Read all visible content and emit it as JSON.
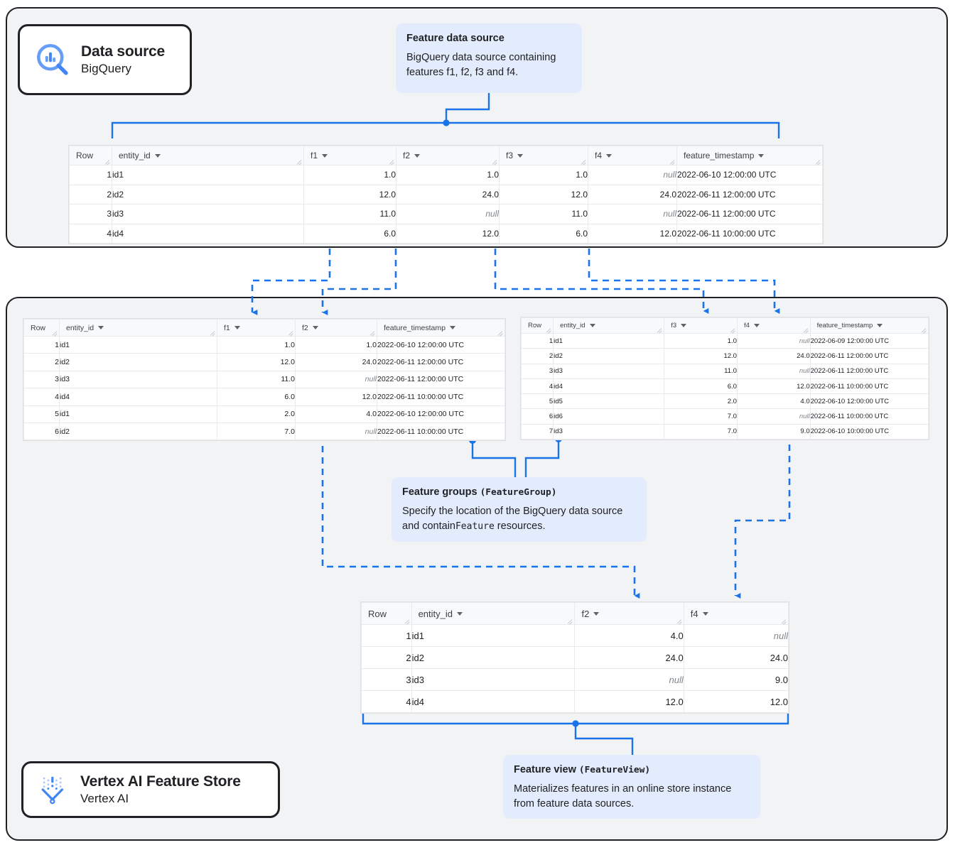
{
  "diagram": {
    "title": "Vertex AI Feature Store data flow",
    "accent_color": "#1a73e8",
    "panel_bg": "#f1f3f4",
    "callout_bg": "#e3ecfd"
  },
  "cards": {
    "data_source": {
      "title": "Data source",
      "subtitle": "BigQuery",
      "icon": "bigquery-icon"
    },
    "feature_store": {
      "title": "Vertex AI Feature Store",
      "subtitle": "Vertex AI",
      "icon": "vertex-ai-feature-store-icon"
    }
  },
  "callouts": {
    "feature_data_source": {
      "title": "Feature data source",
      "body": "BigQuery data source containing features f1, f2, f3 and f4."
    },
    "feature_groups": {
      "title_text": "Feature groups",
      "title_code": "(FeatureGroup)",
      "body_part1": "Specify the location of the BigQuery data source and contain",
      "body_code": "Feature",
      "body_part2": " resources."
    },
    "feature_view": {
      "title_text": "Feature view",
      "title_code": "(FeatureView)",
      "body": "Materializes features in an online store instance from feature data sources."
    }
  },
  "tables": {
    "source": {
      "name": "feature-data-source-table",
      "columns": [
        "Row",
        "entity_id",
        "f1",
        "f2",
        "f3",
        "f4",
        "feature_timestamp"
      ],
      "rows": [
        [
          "1",
          "id1",
          "1.0",
          "1.0",
          "1.0",
          "null",
          "2022-06-10 12:00:00 UTC"
        ],
        [
          "2",
          "id2",
          "12.0",
          "24.0",
          "12.0",
          "24.0",
          "2022-06-11 12:00:00 UTC"
        ],
        [
          "3",
          "id3",
          "11.0",
          "null",
          "11.0",
          "null",
          "2022-06-11 12:00:00 UTC"
        ],
        [
          "4",
          "id4",
          "6.0",
          "12.0",
          "6.0",
          "12.0",
          "2022-06-11 10:00:00 UTC"
        ]
      ]
    },
    "feature_group_1": {
      "name": "feature-group-1-table",
      "columns": [
        "Row",
        "entity_id",
        "f1",
        "f2",
        "feature_timestamp"
      ],
      "rows": [
        [
          "1",
          "id1",
          "1.0",
          "1.0",
          "2022-06-10 12:00:00 UTC"
        ],
        [
          "2",
          "id2",
          "12.0",
          "24.0",
          "2022-06-11 12:00:00 UTC"
        ],
        [
          "3",
          "id3",
          "11.0",
          "null",
          "2022-06-11 12:00:00 UTC"
        ],
        [
          "4",
          "id4",
          "6.0",
          "12.0",
          "2022-06-11 10:00:00 UTC"
        ],
        [
          "5",
          "id1",
          "2.0",
          "4.0",
          "2022-06-10 12:00:00 UTC"
        ],
        [
          "6",
          "id2",
          "7.0",
          "null",
          "2022-06-11 10:00:00 UTC"
        ]
      ]
    },
    "feature_group_2": {
      "name": "feature-group-2-table",
      "columns": [
        "Row",
        "entity_id",
        "f3",
        "f4",
        "feature_timestamp"
      ],
      "rows": [
        [
          "1",
          "id1",
          "1.0",
          "null",
          "2022-06-09 12:00:00 UTC"
        ],
        [
          "2",
          "id2",
          "12.0",
          "24.0",
          "2022-06-11 12:00:00 UTC"
        ],
        [
          "3",
          "id3",
          "11.0",
          "null",
          "2022-06-11 12:00:00 UTC"
        ],
        [
          "4",
          "id4",
          "6.0",
          "12.0",
          "2022-06-11 10:00:00 UTC"
        ],
        [
          "5",
          "id5",
          "2.0",
          "4.0",
          "2022-06-10 12:00:00 UTC"
        ],
        [
          "6",
          "id6",
          "7.0",
          "null",
          "2022-06-11 10:00:00 UTC"
        ],
        [
          "7",
          "id3",
          "7.0",
          "9.0",
          "2022-06-10 10:00:00 UTC"
        ]
      ]
    },
    "feature_view": {
      "name": "feature-view-table",
      "columns": [
        "Row",
        "entity_id",
        "f2",
        "f4"
      ],
      "rows": [
        [
          "1",
          "id1",
          "4.0",
          "null"
        ],
        [
          "2",
          "id2",
          "24.0",
          "24.0"
        ],
        [
          "3",
          "id3",
          "null",
          "9.0"
        ],
        [
          "4",
          "id4",
          "12.0",
          "12.0"
        ]
      ]
    }
  }
}
